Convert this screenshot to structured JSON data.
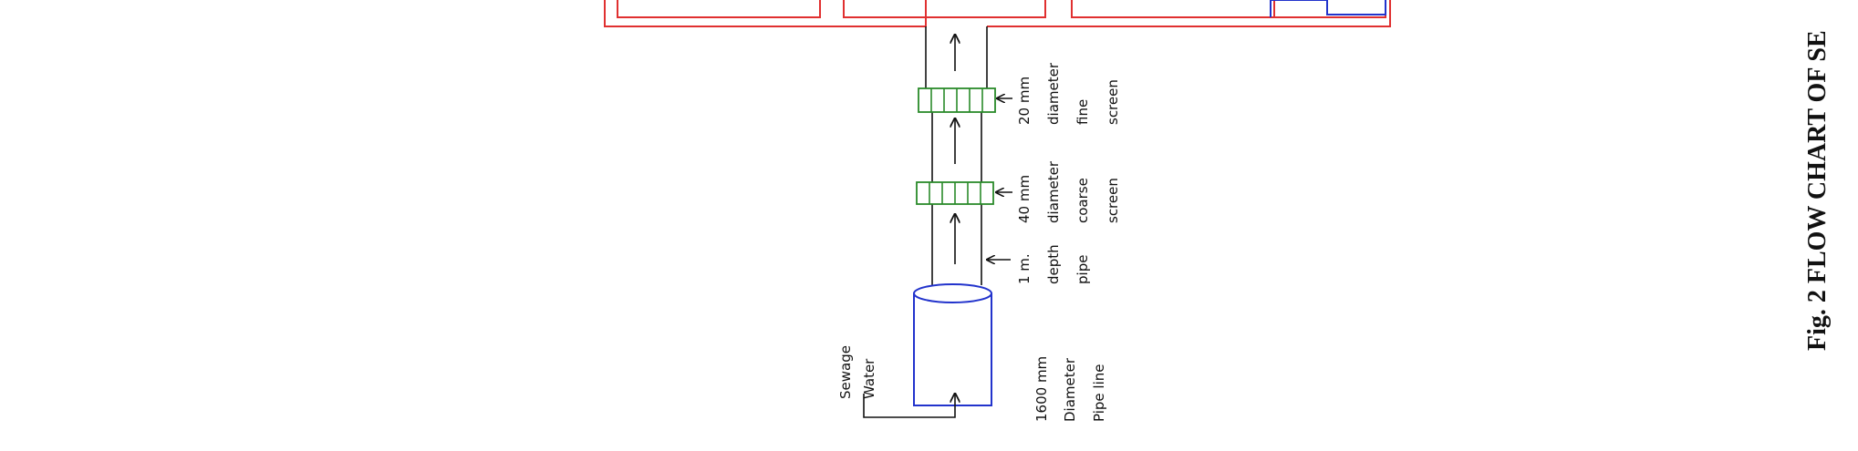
{
  "figure": {
    "title": "Fig. 2 FLOW CHART OF SE",
    "colors": {
      "outer_frame": "#e03030",
      "tank": "#2233cc",
      "screen": "#2a8a2a",
      "pipe": "#111111"
    }
  },
  "labels": {
    "fine_screen": [
      "20 mm",
      "diameter",
      "fine",
      "screen"
    ],
    "coarse_screen": [
      "40 mm",
      "diameter",
      "coarse",
      "screen"
    ],
    "pipe": [
      "1 m.",
      "depth",
      "pipe"
    ],
    "sewage": [
      "Sewage",
      "Water"
    ],
    "pipeline": [
      "1600 mm",
      "Diameter",
      "Pipe line"
    ]
  }
}
